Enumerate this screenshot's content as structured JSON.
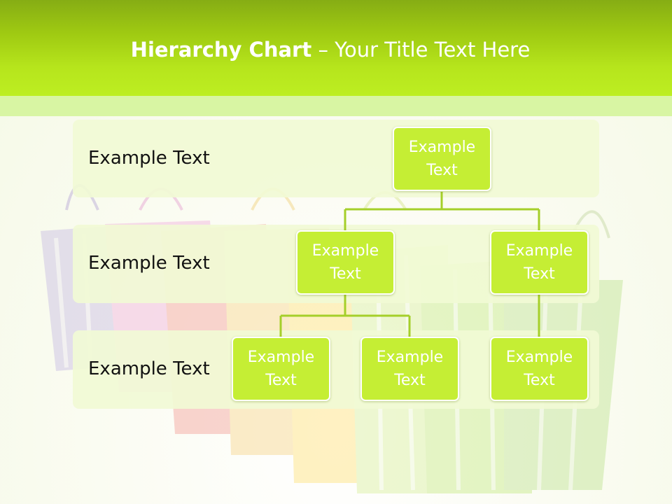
{
  "title": {
    "bold": "Hierarchy Chart",
    "dash": " – ",
    "rest": "Your Title Text Here"
  },
  "rows": [
    {
      "label": "Example Text"
    },
    {
      "label": "Example Text"
    },
    {
      "label": "Example Text"
    }
  ],
  "nodes": {
    "top": {
      "line1": "Example",
      "line2": "Text"
    },
    "mid_left": {
      "line1": "Example",
      "line2": "Text"
    },
    "mid_right": {
      "line1": "Example",
      "line2": "Text"
    },
    "bottom_1": {
      "line1": "Example",
      "line2": "Text"
    },
    "bottom_2": {
      "line1": "Example",
      "line2": "Text"
    },
    "bottom_3": {
      "line1": "Example",
      "line2": "Text"
    }
  },
  "colors": {
    "node_fill": "#c5ee34",
    "connector": "#a5cf2a",
    "header": "#b6e51c"
  },
  "icons": {
    "background": "shopping-bags-illustration"
  }
}
